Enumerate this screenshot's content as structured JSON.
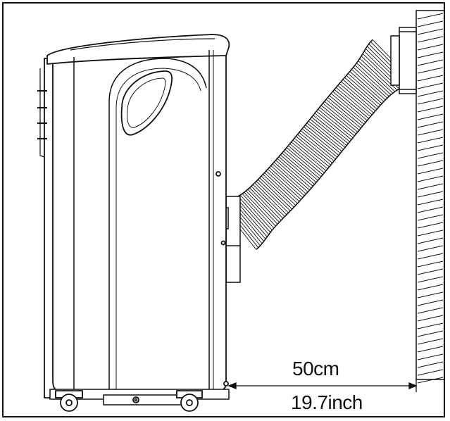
{
  "figure": {
    "distance_metric": "50cm",
    "distance_imperial": "19.7inch"
  },
  "colors": {
    "line": "#111111",
    "background": "#ffffff"
  },
  "icons": [
    "wall-hatch",
    "exhaust-hose",
    "portable-ac-unit",
    "caster-wheel",
    "dimension-arrow"
  ]
}
